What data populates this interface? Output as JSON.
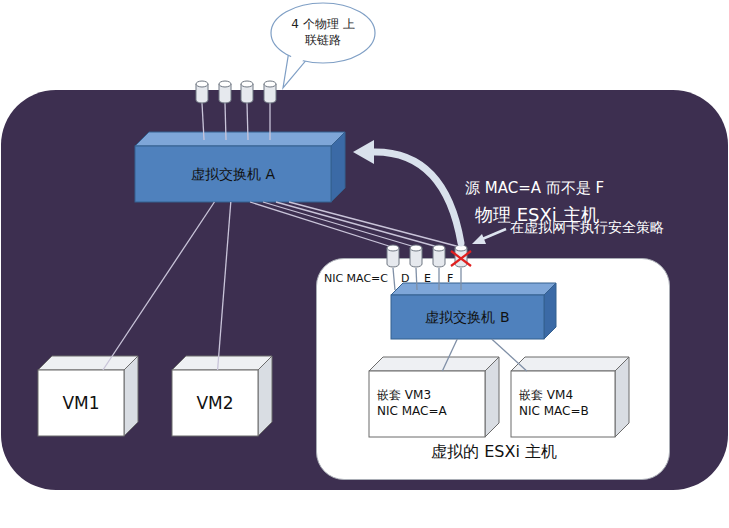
{
  "diagram": {
    "nodes": [
      {
        "text": [
          "4 个物理 上联链路"
        ]
      },
      {
        "text": [
          "物理 ESXi 主机"
        ]
      },
      {
        "text": [
          "虚拟交换机 A"
        ],
        "in": 1
      },
      {
        "text": [
          "VM1"
        ],
        "in": 1
      },
      {
        "text": [
          "VM2"
        ],
        "in": 1
      },
      {
        "text": [
          "虚拟的 ESXi 主机"
        ],
        "in": 1
      },
      {
        "text": [
          "虚拟交换机 B"
        ],
        "in": 5
      },
      {
        "text": [
          "嵌套 VM3",
          "NIC MAC=A"
        ],
        "in": 5
      },
      {
        "text": [
          "嵌套 VM4",
          "NIC MAC=B"
        ],
        "in": 5
      }
    ],
    "edges": [
      {
        "from": 2,
        "to": 3,
        "arrow": "none"
      },
      {
        "from": 2,
        "to": 4,
        "arrow": "none"
      },
      {
        "from": 6,
        "to": 7,
        "arrow": "none"
      },
      {
        "from": 6,
        "to": 8,
        "arrow": "none"
      }
    ],
    "labels": [
      "源 MAC=A 而不是 F",
      "在虚拟网卡执行安全策略",
      "NIC MAC=C",
      "D",
      "E",
      "F"
    ]
  }
}
